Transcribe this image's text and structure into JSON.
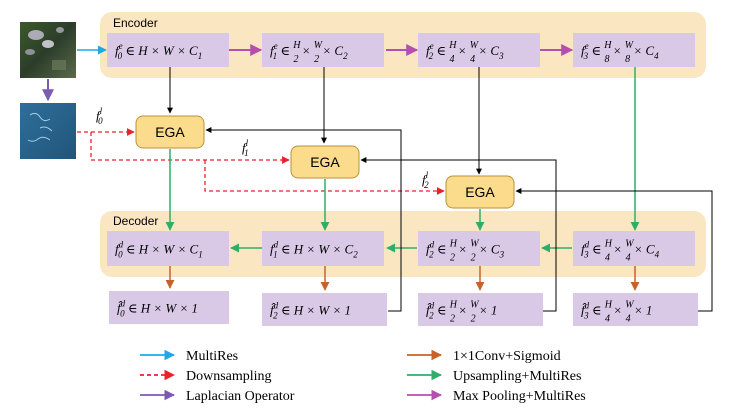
{
  "labels": {
    "encoder": "Encoder",
    "decoder": "Decoder",
    "ega": "EGA"
  },
  "encoder_nodes": [
    {
      "base": "f",
      "sup": "e",
      "sub": "0",
      "tail": "∈ H × W × C",
      "tail_sub": "1"
    },
    {
      "base": "f",
      "sup": "e",
      "sub": "1",
      "frac_h": "H/2",
      "frac_w": "W/2",
      "c": "C",
      "c_sub": "2"
    },
    {
      "base": "f",
      "sup": "e",
      "sub": "2",
      "frac_h": "H/4",
      "frac_w": "W/4",
      "c": "C",
      "c_sub": "3"
    },
    {
      "base": "f",
      "sup": "e",
      "sub": "3",
      "frac_h": "H/8",
      "frac_w": "W/8",
      "c": "C",
      "c_sub": "4"
    }
  ],
  "decoder_nodes": [
    {
      "base": "f",
      "sup": "d",
      "sub": "0",
      "tail": "∈ H × W × C",
      "tail_sub": "1"
    },
    {
      "base": "f",
      "sup": "d",
      "sub": "1",
      "tail": "∈ H × W × C",
      "tail_sub": "2"
    },
    {
      "base": "f",
      "sup": "d",
      "sub": "2",
      "frac_h": "H/2",
      "frac_w": "W/2",
      "c": "C",
      "c_sub": "3"
    },
    {
      "base": "f",
      "sup": "d",
      "sub": "3",
      "frac_h": "H/4",
      "frac_w": "W/4",
      "c": "C",
      "c_sub": "4"
    }
  ],
  "output_nodes": [
    {
      "base": "f̂",
      "sup": "d",
      "sub": "0",
      "tail": "∈ H × W × 1"
    },
    {
      "base": "f̂",
      "sup": "d",
      "sub": "2",
      "tail": "∈ H × W × 1"
    },
    {
      "base": "f̂",
      "sup": "d",
      "sub": "2",
      "frac_h": "H/2",
      "frac_w": "W/2",
      "c": "1"
    },
    {
      "base": "f̂",
      "sup": "d",
      "sub": "3",
      "frac_h": "H/4",
      "frac_w": "W/4",
      "c": "1"
    }
  ],
  "laplacian_labels": [
    {
      "base": "f",
      "sup": "l",
      "sub": "0"
    },
    {
      "base": "f",
      "sup": "l",
      "sub": "1"
    },
    {
      "base": "f",
      "sup": "l",
      "sub": "2"
    }
  ],
  "legend": [
    {
      "label": "MultiRes",
      "color": "#1fa7e6",
      "dashed": false
    },
    {
      "label": "Downsampling",
      "color": "#e8232a",
      "dashed": true
    },
    {
      "label": "Laplacian Operator",
      "color": "#7c5ab0",
      "dashed": false
    },
    {
      "label": "1×1Conv+Sigmoid",
      "color": "#c8622a",
      "dashed": false
    },
    {
      "label": "Upsampling+MultiRes",
      "color": "#2fae6a",
      "dashed": false
    },
    {
      "label": "Max Pooling+MultiRes",
      "color": "#b44fb0",
      "dashed": false
    }
  ],
  "colors": {
    "panel": "#fbe6c2",
    "node": "#d9c9e7",
    "ega_fill": "#fbdb8c",
    "ega_stroke": "#b8923a",
    "multires": "#1fa7e6",
    "downsampling": "#e8232a",
    "laplacian": "#7c5ab0",
    "conv_sigmoid": "#c8622a",
    "upsampling": "#2fae6a",
    "maxpool": "#b44fb0",
    "black": "#000000"
  }
}
